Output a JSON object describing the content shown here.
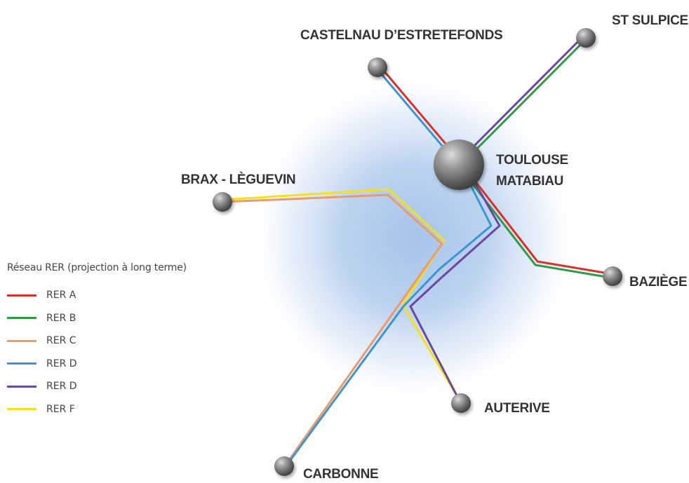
{
  "stations": {
    "castelnau": "CASTELNAU D’ESTRETEFONDS",
    "st_sulpice": "ST SULPICE",
    "toulouse_line1": "TOULOUSE",
    "toulouse_line2": "MATABIAU",
    "brax": "BRAX - LÈGUEVIN",
    "baziege": "BAZIÈGE",
    "auterive": "AUTERIVE",
    "carbonne": "CARBONNE"
  },
  "legend": {
    "title": "Réseau RER (projection à long terme)",
    "items": [
      {
        "label": "RER A",
        "color": "#d9312a"
      },
      {
        "label": "RER B",
        "color": "#2f9a47"
      },
      {
        "label": "RER C",
        "color": "#eb9a6a"
      },
      {
        "label": "RER D",
        "color": "#3e93d3"
      },
      {
        "label": "RER D",
        "color": "#6a47a4"
      },
      {
        "label": "RER F",
        "color": "#f3e11c"
      }
    ]
  },
  "colors": {
    "rer_a": "#d9312a",
    "rer_b": "#2f9a47",
    "rer_c": "#eb9a6a",
    "rer_d_blue": "#3e93d3",
    "rer_d_purple": "#6a47a4",
    "rer_f": "#f3e11c",
    "halo": "#a9c6ea",
    "station": "#6e6e6e"
  }
}
